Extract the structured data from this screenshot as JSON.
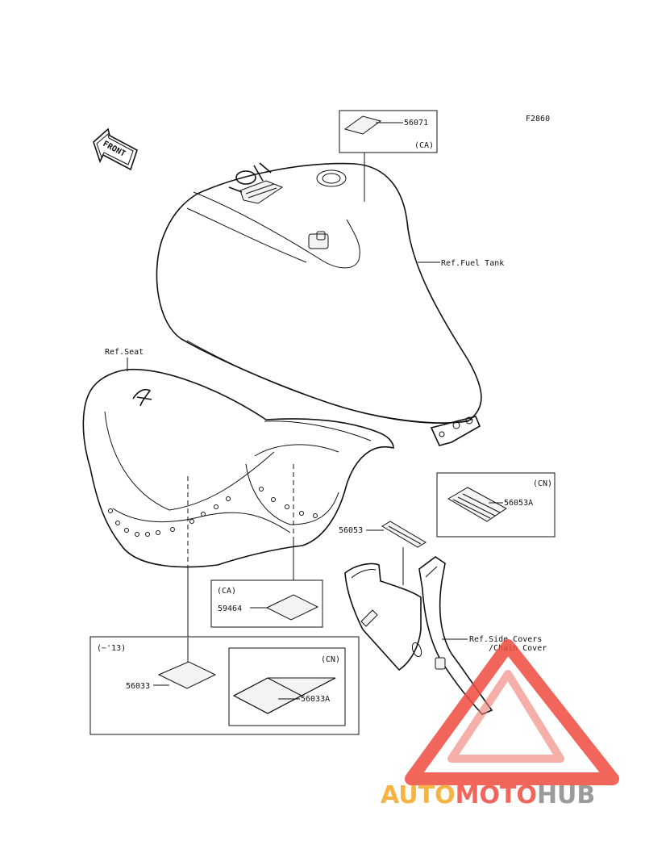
{
  "figure_id": "F2860",
  "front_marker": "FRONT",
  "references": {
    "fuel_tank": "Ref.Fuel Tank",
    "seat": "Ref.Seat",
    "side_covers_line1": "Ref.Side Covers",
    "side_covers_line2": "/Chain Cover"
  },
  "parts": {
    "p56071": "56071",
    "p56053A": "56053A",
    "p56053": "56053",
    "p59464": "59464",
    "p56033": "56033",
    "p56033A": "56033A"
  },
  "variants": {
    "ca_tank": "(CA)",
    "cn_56053a": "(CN)",
    "ca_seat": "(CA)",
    "years": "(~'13)",
    "cn_56033a": "(CN)"
  },
  "watermark": {
    "part1": "AUTO",
    "part2": "MOTO",
    "part3": "HUB",
    "colors": {
      "orange": "#f5a623",
      "red": "#ef4b3f",
      "gray": "#8a8a8a"
    }
  }
}
